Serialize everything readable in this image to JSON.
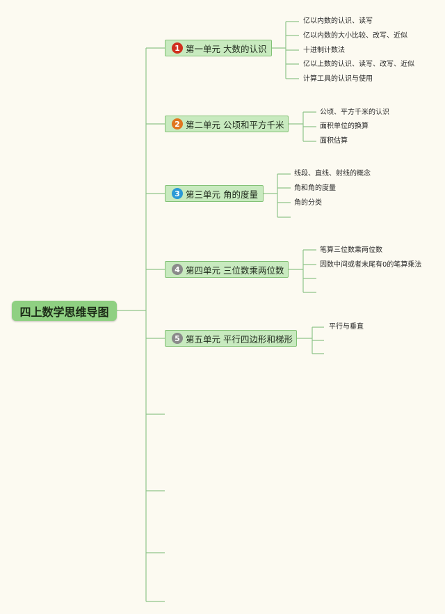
{
  "root": {
    "title": "四上数学思维导图"
  },
  "units": [
    {
      "number": "1",
      "label": "第一单元 大数的认识",
      "badge_color": "#d0301e",
      "topics": [
        "亿以内数的认识、读写",
        "亿以内数的大小比较、改写、近似",
        "十进制计数法",
        "亿以上数的认识、读写、改写、近似",
        "计算工具的认识与使用"
      ]
    },
    {
      "number": "2",
      "label": "第二单元 公顷和平方千米",
      "badge_color": "#e0761f",
      "topics": [
        "公顷、平方千米的认识",
        "面积单位的换算",
        "面积估算"
      ]
    },
    {
      "number": "3",
      "label": "第三单元 角的度量",
      "badge_color": "#2b9ad6",
      "topics": [
        "线段、直线、射线的概念",
        "角和角的度量",
        "角的分类",
        ""
      ]
    },
    {
      "number": "4",
      "label": "第四单元 三位数乘两位数",
      "badge_color": "#8a8a8a",
      "topics": [
        "笔算三位数乘两位数",
        "因数中间或者末尾有0的笔算乘法",
        "",
        ""
      ]
    },
    {
      "number": "5",
      "label": "第五单元 平行四边形和梯形",
      "badge_color": "#8a8a8a",
      "topics": [
        "平行与垂直",
        "",
        ""
      ]
    }
  ],
  "colors": {
    "line": "#8ec48a",
    "node_fill": "#c8eabf",
    "root_fill": "#8fd082"
  }
}
